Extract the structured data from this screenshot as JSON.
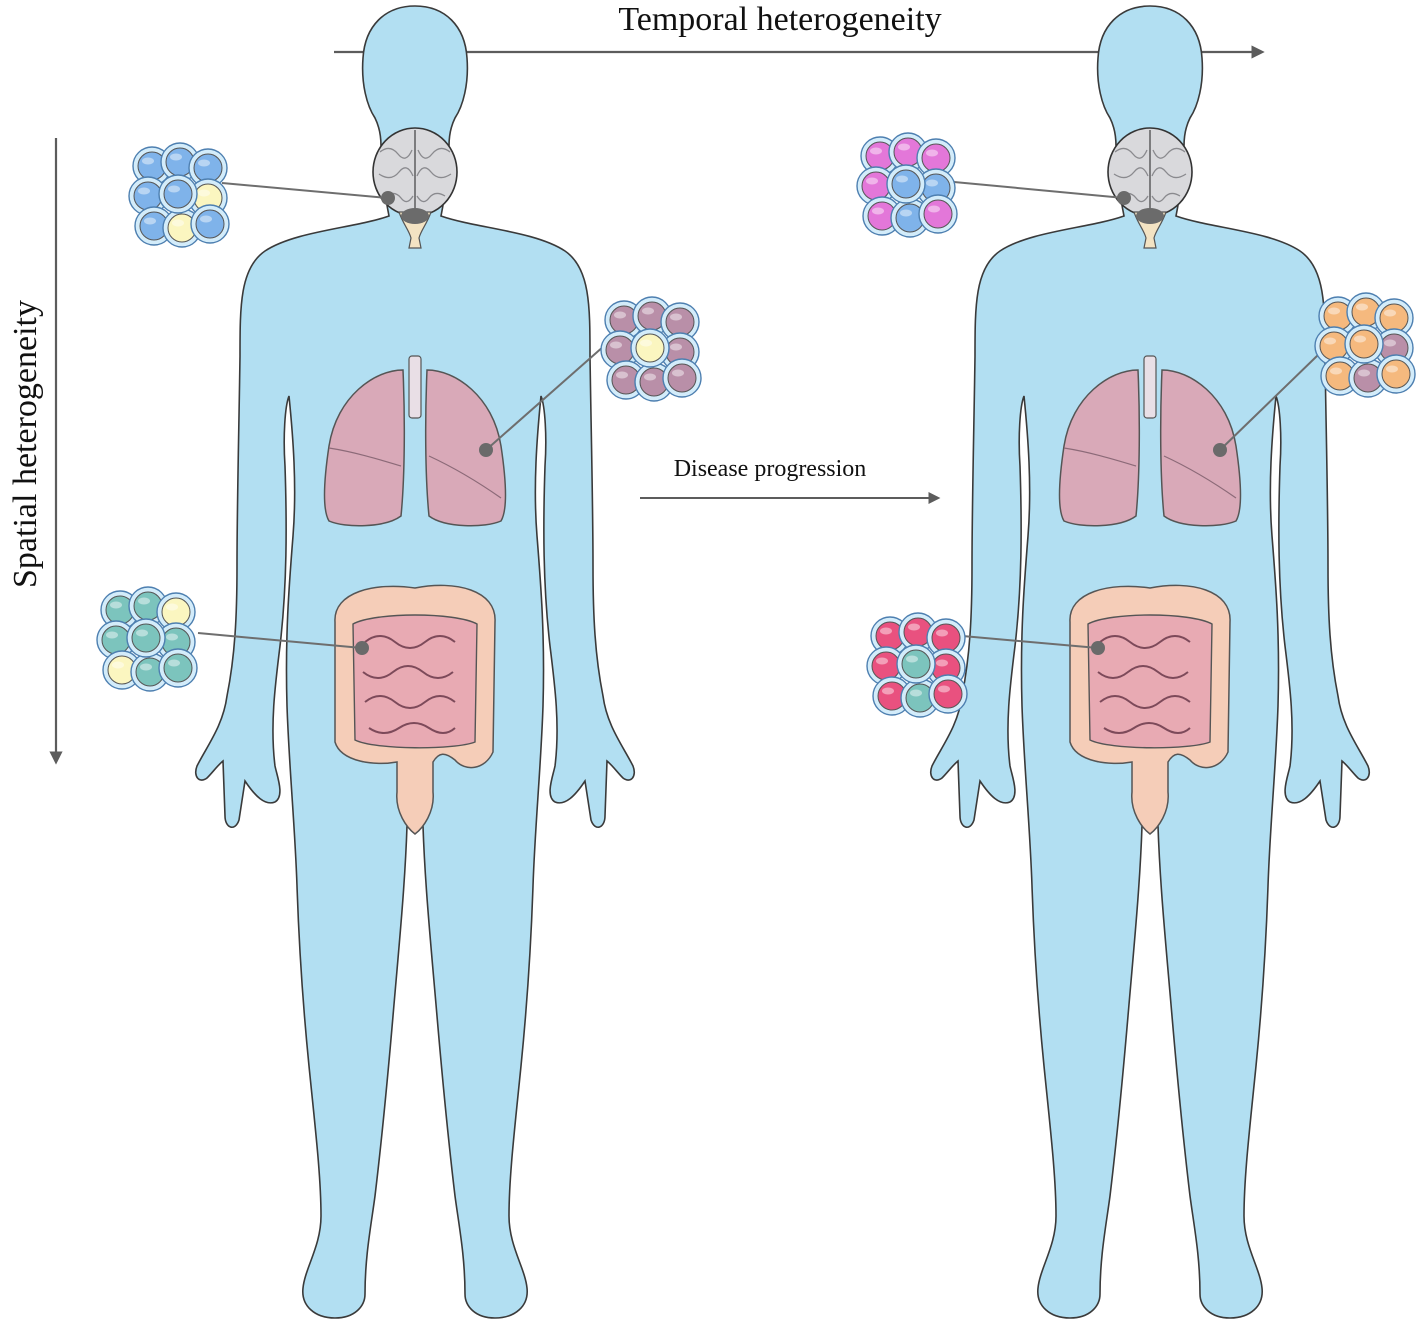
{
  "labels": {
    "temporal": "Temporal heterogeneity",
    "spatial": "Spatial heterogeneity",
    "progression": "Disease progression"
  },
  "colors": {
    "body": "#b2dff2",
    "body_outline": "#3a3a3a",
    "lung": "#d9a9b8",
    "intestine": "#e8aab3",
    "colon": "#f5cdb8",
    "brain": "#d9d9dc",
    "pointer": "#6e6e6e",
    "arrow": "#5c5c5c",
    "cell_blue": "#7fb3ea",
    "cell_yellow": "#fbf6c0",
    "cell_mauve": "#b98fa8",
    "cell_teal": "#7cc4bd",
    "cell_magenta": "#e377d9",
    "cell_orange": "#f5b97e",
    "cell_pink": "#e9517f"
  },
  "figures": [
    {
      "name": "figure-early",
      "clusters": [
        {
          "organ": "brain",
          "cells": [
            "cell_blue",
            "cell_blue",
            "cell_blue",
            "cell_blue",
            "cell_blue",
            "cell_yellow",
            "cell_blue",
            "cell_yellow",
            "cell_blue"
          ]
        },
        {
          "organ": "lung",
          "cells": [
            "cell_mauve",
            "cell_mauve",
            "cell_mauve",
            "cell_mauve",
            "cell_yellow",
            "cell_mauve",
            "cell_mauve",
            "cell_mauve",
            "cell_mauve"
          ]
        },
        {
          "organ": "intestine",
          "cells": [
            "cell_teal",
            "cell_teal",
            "cell_yellow",
            "cell_teal",
            "cell_teal",
            "cell_teal",
            "cell_yellow",
            "cell_teal",
            "cell_teal"
          ]
        }
      ]
    },
    {
      "name": "figure-late",
      "clusters": [
        {
          "organ": "brain",
          "cells": [
            "cell_magenta",
            "cell_magenta",
            "cell_magenta",
            "cell_magenta",
            "cell_blue",
            "cell_blue",
            "cell_magenta",
            "cell_blue",
            "cell_magenta"
          ]
        },
        {
          "organ": "lung",
          "cells": [
            "cell_orange",
            "cell_orange",
            "cell_orange",
            "cell_orange",
            "cell_orange",
            "cell_mauve",
            "cell_orange",
            "cell_mauve",
            "cell_orange"
          ]
        },
        {
          "organ": "intestine",
          "cells": [
            "cell_pink",
            "cell_pink",
            "cell_pink",
            "cell_pink",
            "cell_teal",
            "cell_pink",
            "cell_pink",
            "cell_teal",
            "cell_pink"
          ]
        }
      ]
    }
  ]
}
